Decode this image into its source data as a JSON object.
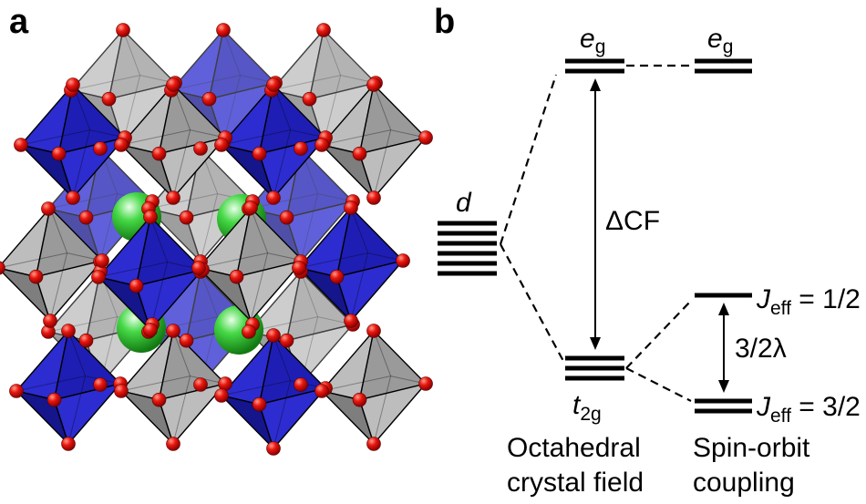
{
  "panels": {
    "a": "a",
    "b": "b"
  },
  "levels": {
    "d": {
      "label": "d"
    },
    "eg_left": {
      "main": "e",
      "sub": "g"
    },
    "eg_right": {
      "main": "e",
      "sub": "g"
    },
    "t2g": {
      "main": "t",
      "sub": "2g"
    },
    "jeff_half": {
      "main": "J",
      "sub": "eff",
      "value": " = 1/2"
    },
    "jeff_threehalf": {
      "main": "J",
      "sub": "eff",
      "value": " = 3/2"
    }
  },
  "gaps": {
    "crystal_field": "ΔCF",
    "soc": "3/2λ"
  },
  "captions": {
    "octahedral_line1": "Octahedral",
    "octahedral_line2": "crystal field",
    "soc_line1": "Spin-orbit",
    "soc_line2": "coupling"
  },
  "colors": {
    "octa_blue": "#1e1eb4",
    "octa_gray": "#9a9a9a",
    "oxygen_red": "#e0140f",
    "cation_green": "#3ecf3e"
  }
}
